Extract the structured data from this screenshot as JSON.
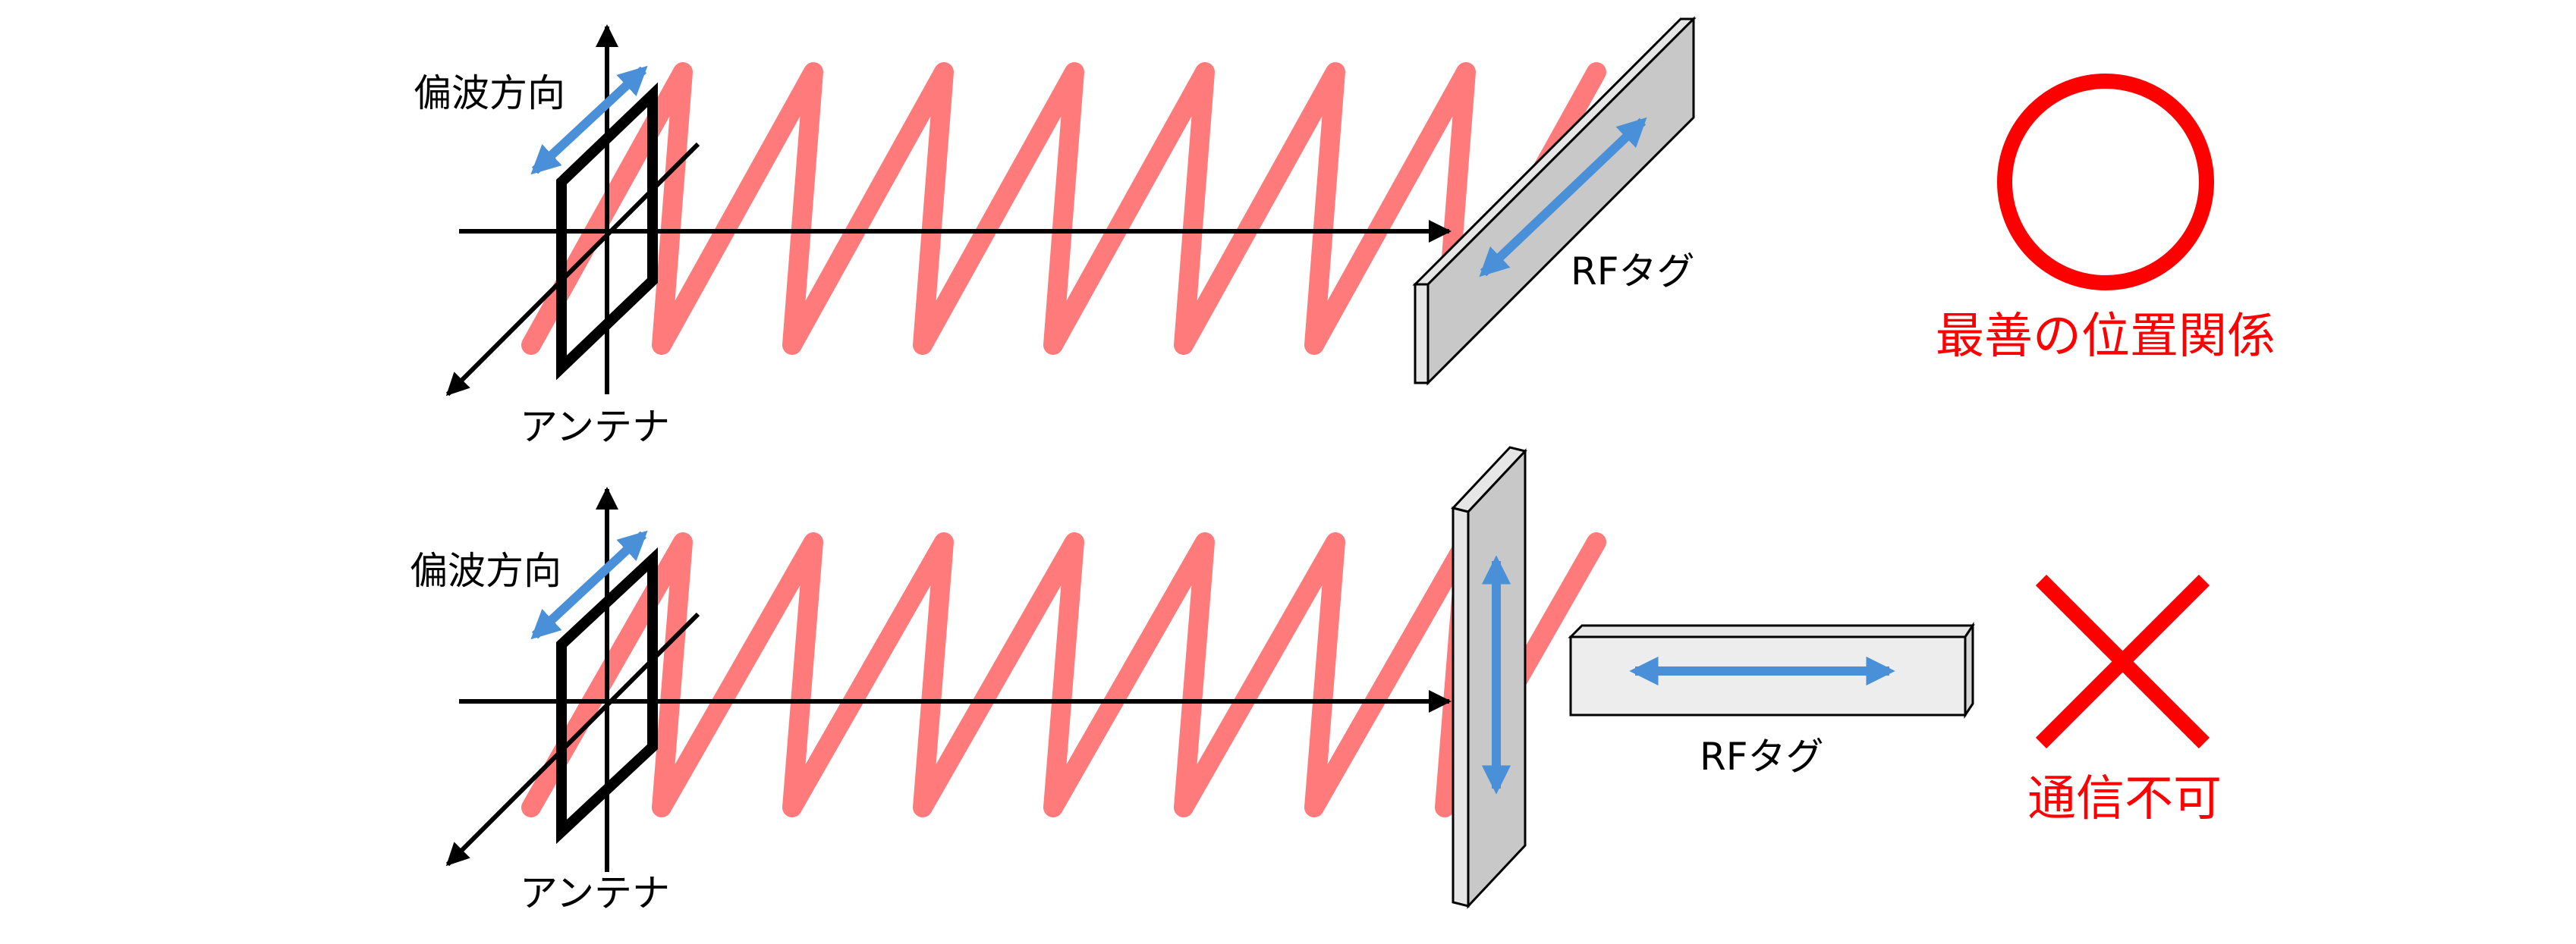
{
  "panels": {
    "top": {
      "polarization_label": "偏波方向",
      "antenna_label": "アンテナ",
      "tag_label": "RFタグ",
      "result_label": "最善の位置関係",
      "result_symbol": "circle-icon"
    },
    "bottom": {
      "polarization_label": "偏波方向",
      "antenna_label": "アンテナ",
      "tag_label": "RFタグ",
      "result_label": "通信不可",
      "result_symbol": "cross-icon"
    }
  },
  "colors": {
    "wave": "#ff7a7a",
    "arrow": "#4a90d9",
    "result": "#ff0000",
    "tag_fill": "#c8c8c8",
    "tag_fill_light": "#e6e6e6",
    "frame": "#000000"
  }
}
